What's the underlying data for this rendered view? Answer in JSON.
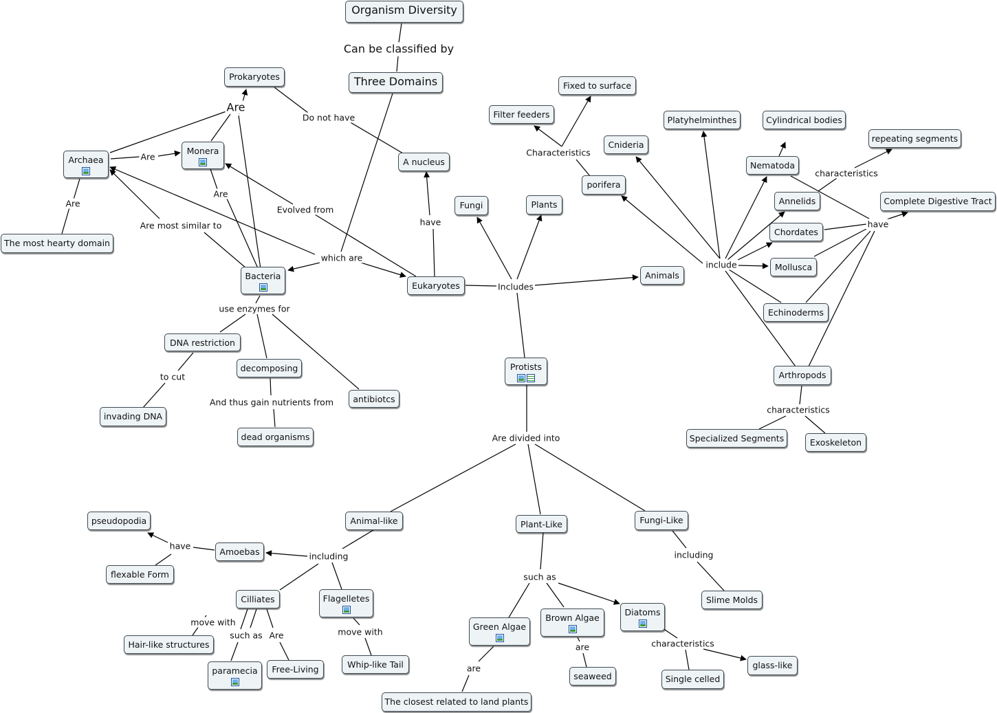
{
  "concepts": {
    "organism_diversity": "Organism Diversity",
    "three_domains": "Three Domains",
    "prokaryotes": "Prokaryotes",
    "archaea": "Archaea",
    "monera": "Monera",
    "most_hearty": "The most hearty domain",
    "bacteria": "Bacteria",
    "a_nucleus": "A nucleus",
    "eukaryotes": "Eukaryotes",
    "dna_restriction": "DNA restriction",
    "invading_dna": "invading DNA",
    "decomposing": "decomposing",
    "dead_organisms": "dead organisms",
    "antibiotics": "antibiotcs",
    "fungi": "Fungi",
    "plants": "Plants",
    "filter_feeders": "Filter feeders",
    "fixed_to_surface": "Fixed to surface",
    "porifera": "porifera",
    "cnideria": "Cnideria",
    "platyhelminthes": "Platyhelminthes",
    "cylindrical_bodies": "Cylindrical bodies",
    "repeating_segments": "repeating segments",
    "nematoda": "Nematoda",
    "annelids": "Annelids",
    "complete_digestive_tract": "Complete Digestive Tract",
    "chordates": "Chordates",
    "mollusca": "Mollusca",
    "animals": "Animals",
    "echinoderms": "Echinoderms",
    "arthropods": "Arthropods",
    "specialized_segments": "Specialized Segments",
    "exoskeleton": "Exoskeleton",
    "protists": "Protists",
    "animal_like": "Animal-like",
    "plant_like": "Plant-Like",
    "fungi_like": "Fungi-Like",
    "pseudopodia": "pseudopodia",
    "amoebas": "Amoebas",
    "flexable_form": "flexable Form",
    "cilliates": "Cilliates",
    "flagelletes": "Flagelletes",
    "hair_like": "Hair-like structures",
    "paramecia": "paramecia",
    "free_living": "Free-Living",
    "whip_like_tail": "Whip-like Tail",
    "green_algae": "Green Algae",
    "brown_algae": "Brown Algae",
    "diatoms": "Diatoms",
    "seaweed": "seaweed",
    "closest_land_plants": "The closest related to land plants",
    "single_celled": "Single celled",
    "glass_like": "glass-like",
    "slime_molds": "Slime Molds"
  },
  "links": {
    "can_be_classified_by": "Can be classified by",
    "are_top": "Are",
    "do_not_have": "Do not have",
    "are_archaea_monera": "Are",
    "are_archaea_hearty": "Are",
    "are_bacteria_monera": "Are",
    "evolved_from": "Evolved from",
    "are_most_similar_to": "Are most similar to",
    "which_are": "which are",
    "have_nucleus": "have",
    "use_enzymes_for": "use enzymes for",
    "to_cut": "to cut",
    "and_thus_gain": "And thus gain nutrients from",
    "characteristics_porifera": "Characteristics",
    "includes": "Includes",
    "include": "include",
    "characteristics_nematoda": "characteristics",
    "have_digestive": "have",
    "characteristics_arthropods": "characteristics",
    "are_divided_into": "Are divided into",
    "including_animal": "including",
    "have_amoebas": "have",
    "move_with_cilliates": "move with",
    "such_as_cilliates": "such as",
    "are_cilliates": "Are",
    "move_with_flagelletes": "move with",
    "such_as_plant": "such as",
    "are_brown": "are",
    "are_green": "are",
    "characteristics_diatoms": "characteristics",
    "including_fungi": "including"
  }
}
